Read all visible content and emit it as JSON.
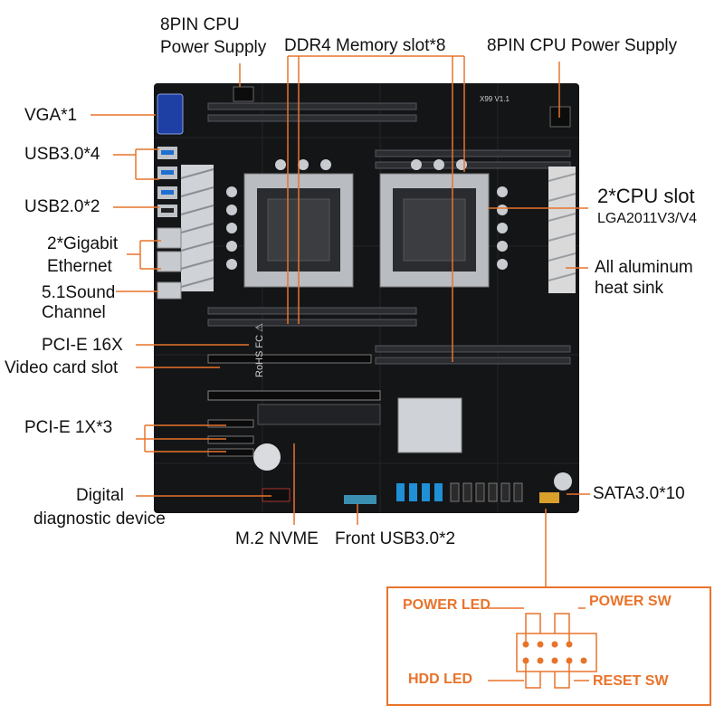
{
  "labels": {
    "cpu_power_left_1": "8PIN CPU",
    "cpu_power_left_2": "Power Supply",
    "ddr4": "DDR4 Memory slot*8",
    "cpu_power_right": "8PIN CPU Power Supply",
    "vga": "VGA*1",
    "usb30": "USB3.0*4",
    "usb20": "USB2.0*2",
    "ethernet_1": "2*Gigabit",
    "ethernet_2": "Ethernet",
    "sound_1": "5.1Sound",
    "sound_2": "Channel",
    "pcie16_1": "PCI-E 16X",
    "pcie16_2": "Video card slot",
    "pcie1": "PCI-E 1X*3",
    "diag_1": "Digital",
    "diag_2": "diagnostic device",
    "m2": "M.2 NVME",
    "front_usb": "Front USB3.0*2",
    "cpu_slot_1": "2*CPU slot",
    "cpu_slot_2": "LGA2011V3/V4",
    "heatsink_1": "All aluminum",
    "heatsink_2": "heat sink",
    "sata": "SATA3.0*10"
  },
  "board_silkscreen": {
    "model": "X99 V1.1",
    "marks": "RoHS  FC  ⚠"
  },
  "front_panel": {
    "power_led": "POWER LED",
    "power_sw": "POWER SW",
    "hdd_led": "HDD  LED",
    "reset_sw": "RESET SW"
  },
  "colors": {
    "callout_line": "#e8742c",
    "board": "#141517",
    "sata_blue": "#1f8fd6",
    "usb_front": "#3a8fb0",
    "ram_slot": "#2b2d31",
    "heatsink": "#d9d9d9"
  }
}
